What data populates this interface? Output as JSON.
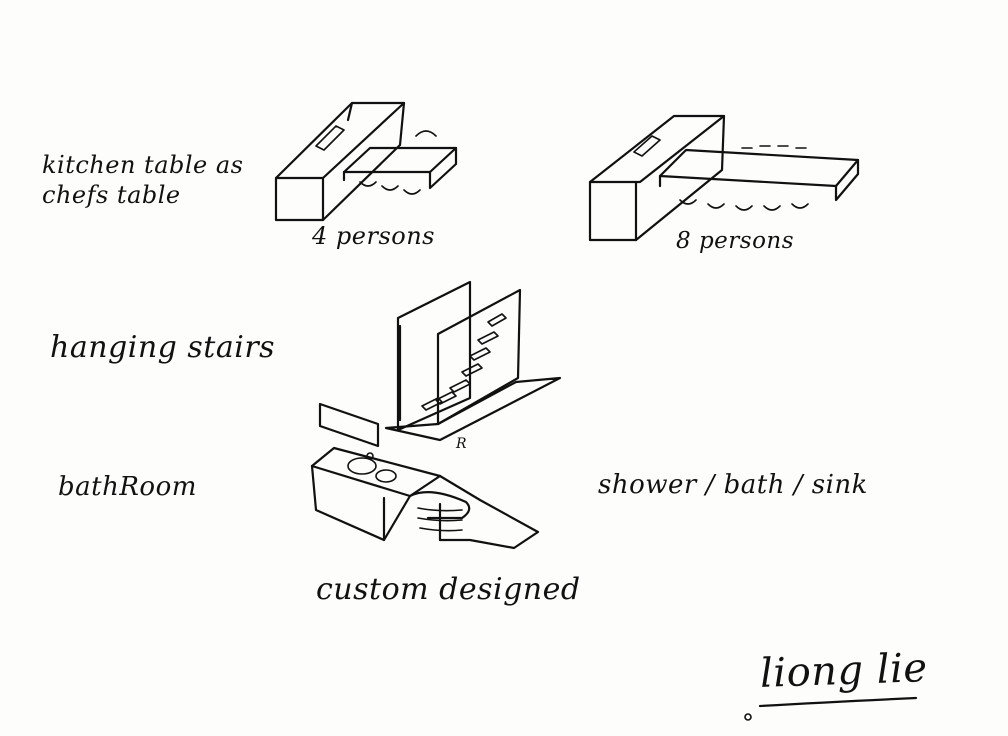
{
  "labels": {
    "kitchen_line1": "kitchen table as",
    "kitchen_line2": "chefs table",
    "four_persons": "4 persons",
    "eight_persons": "8 persons",
    "hanging_stairs": "hanging stairs",
    "bathroom": "bathRoom",
    "shower_bath_sink": "shower / bath / sink",
    "custom_designed": "custom designed",
    "signature": "liong lie",
    "stairs_mark": "R"
  }
}
